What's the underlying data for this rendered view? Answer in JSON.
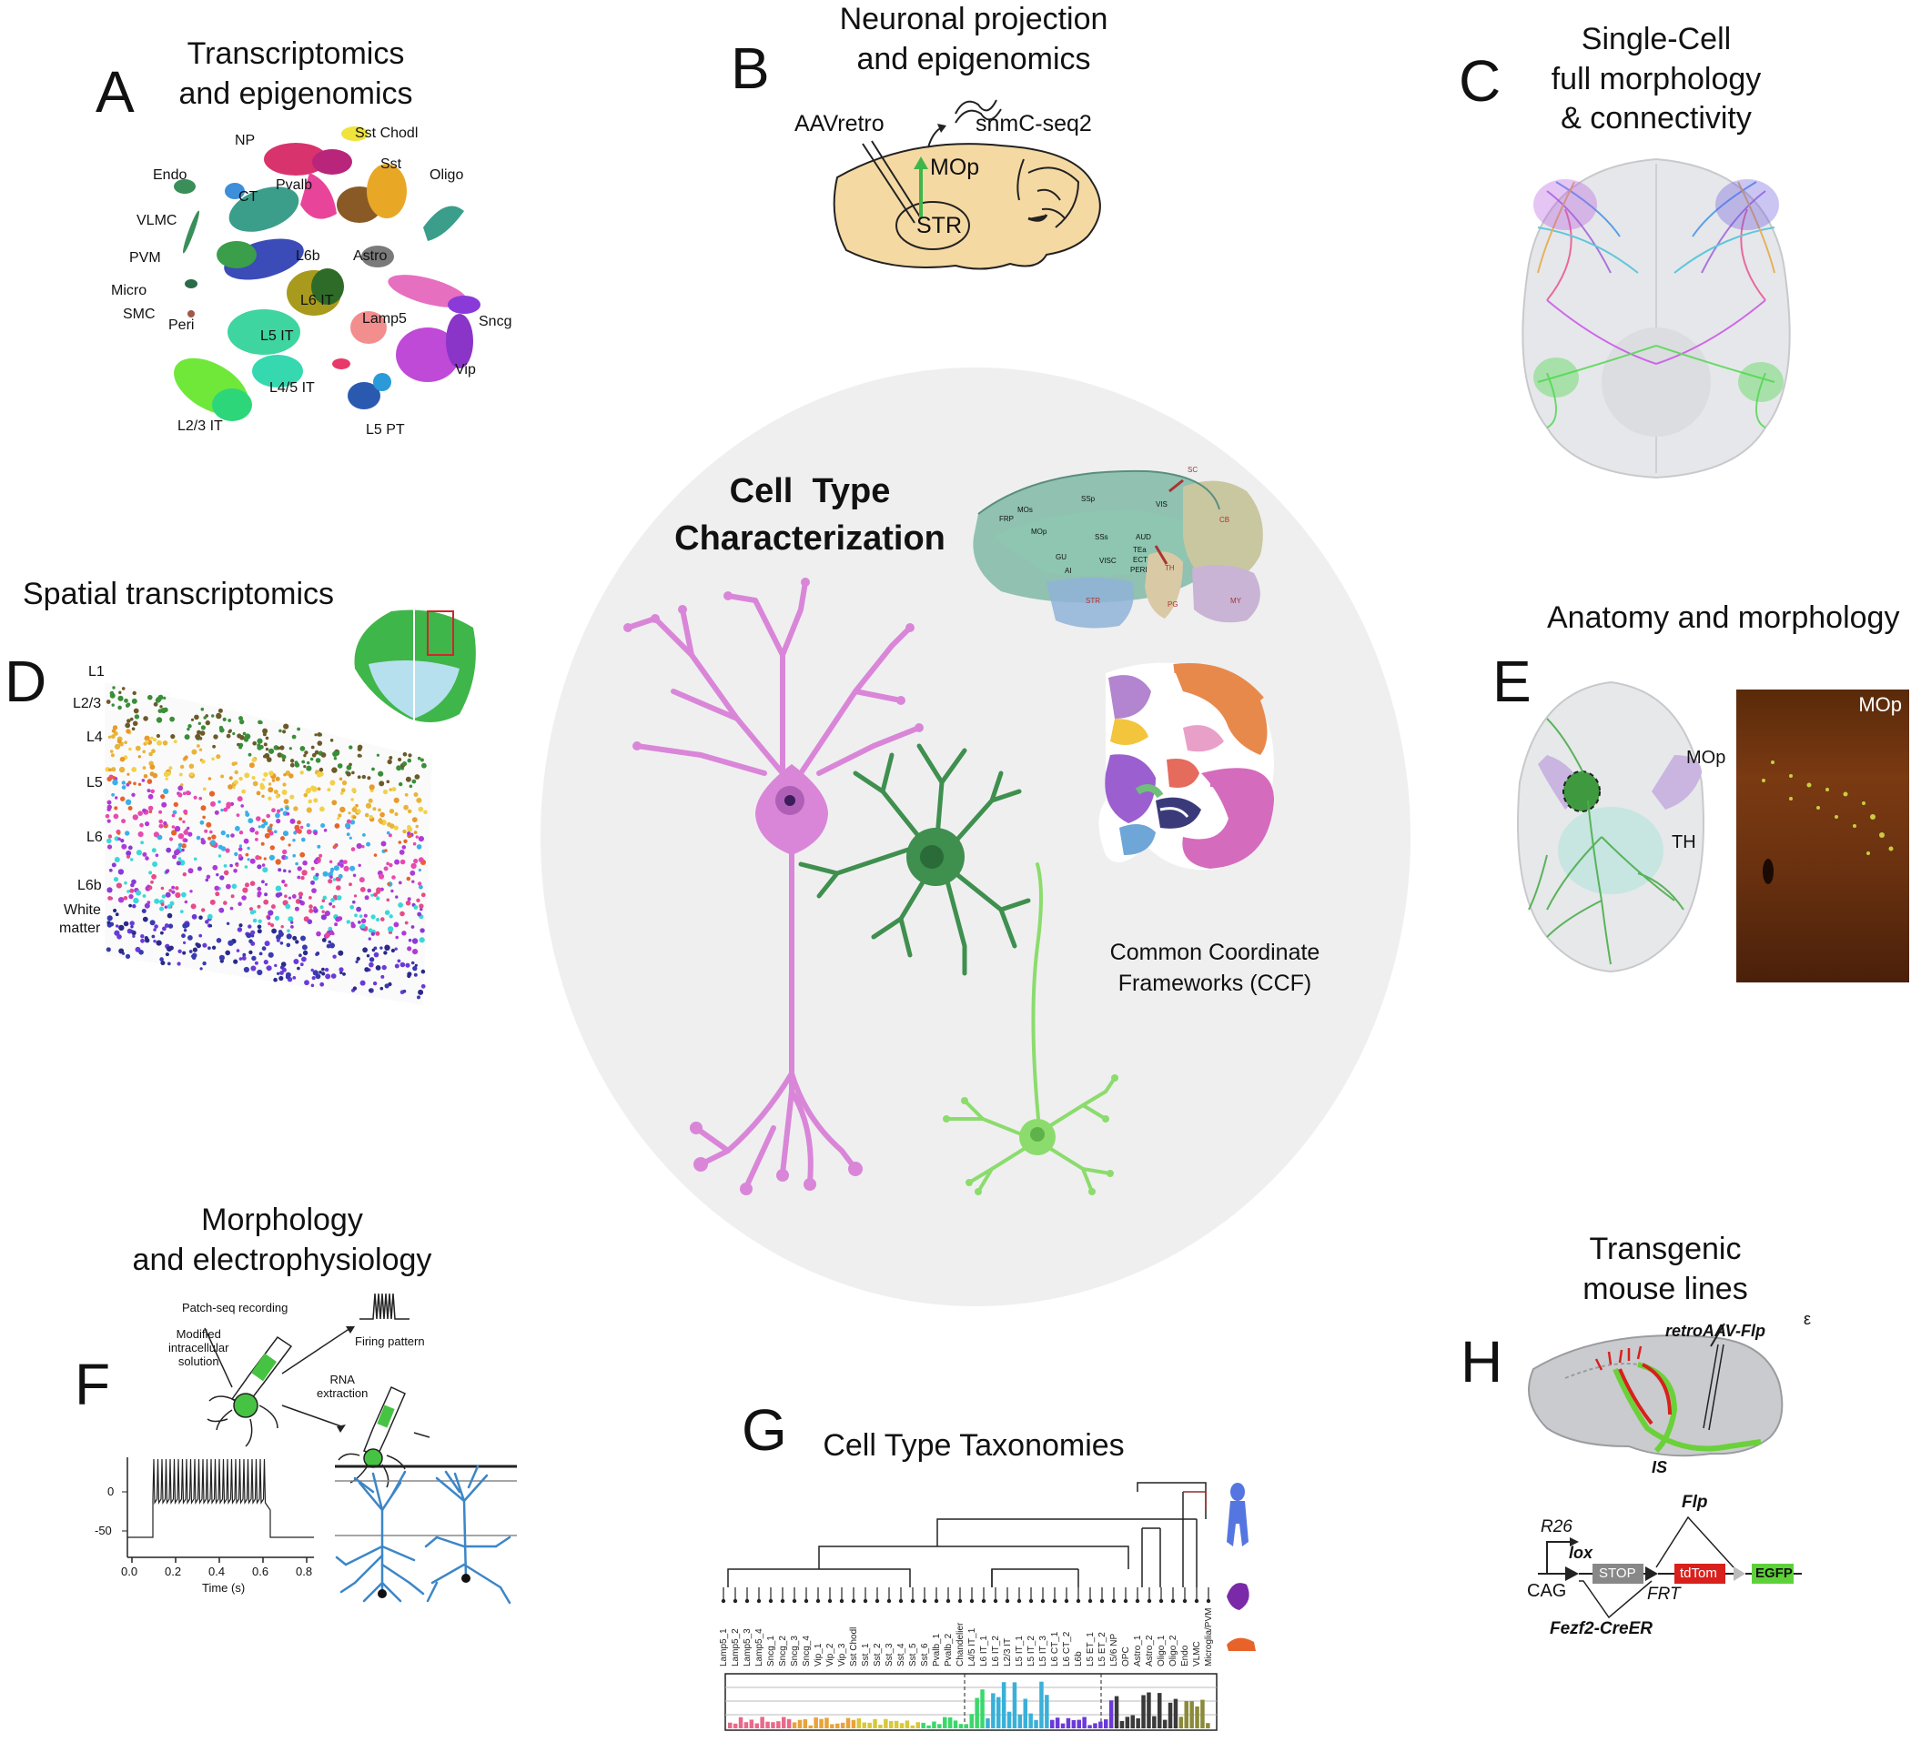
{
  "center": {
    "title_line1": "Cell  Type",
    "title_line2": "Characterization",
    "ccf_line1": "Common Coordinate",
    "ccf_line2": "Frameworks (CCF)",
    "atlas_labels": [
      "SC",
      "CB",
      "MY",
      "TH",
      "SSp",
      "MOs",
      "MOp",
      "FRP",
      "GU",
      "AI",
      "VISC",
      "SSs",
      "AUD",
      "TEa",
      "ECT",
      "PERI",
      "STR",
      "VIS",
      "PG"
    ]
  },
  "panelA": {
    "letter": "A",
    "title_line1": "Transcriptomics",
    "title_line2": "and epigenomics",
    "clusters": [
      "NP",
      "Sst Chodl",
      "Endo",
      "Oligo",
      "VLMC",
      "CT",
      "Pvalb",
      "Sst",
      "PVM",
      "L6b",
      "Astro",
      "Micro",
      "L6 IT",
      "SMC",
      "Peri",
      "L5 IT",
      "Lamp5",
      "Sncg",
      "Vip",
      "L4/5 IT",
      "L2/3 IT",
      "L5 PT"
    ]
  },
  "panelB": {
    "letter": "B",
    "title_line1": "Neuronal projection",
    "title_line2": "and epigenomics",
    "aav": "AAVretro",
    "snmc": "snmC-seq2",
    "mop": "MOp",
    "str": "STR"
  },
  "panelC": {
    "letter": "C",
    "title_line1": "Single-Cell",
    "title_line2": "full morphology",
    "title_line3": "& connectivity"
  },
  "panelD": {
    "letter": "D",
    "title": "Spatial transcriptomics",
    "layers": [
      "L1",
      "L2/3",
      "L4",
      "L5",
      "L6",
      "L6b",
      "White",
      "matter"
    ]
  },
  "panelE": {
    "letter": "E",
    "title": "Anatomy and morphology",
    "mop": "MOp",
    "th": "TH",
    "micro_label": "MOp"
  },
  "panelF": {
    "letter": "F",
    "title_line1": "Morphology",
    "title_line2": "and electrophysiology",
    "patch": "Patch-seq recording",
    "modified1": "Modified",
    "modified2": "intracellular",
    "modified3": "solution",
    "firing": "Firing pattern",
    "rna1": "RNA",
    "rna2": "extraction",
    "yticks": [
      "0",
      "-50"
    ],
    "xticks": [
      "0.0",
      "0.2",
      "0.4",
      "0.6",
      "0.8"
    ],
    "xlabel": "Time (s)"
  },
  "panelG": {
    "letter": "G",
    "title": "Cell Type Taxonomies",
    "leaves": [
      "Lamp5_1",
      "Lamp5_2",
      "Lamp5_3",
      "Lamp5_4",
      "Sncg_1",
      "Sncg_2",
      "Sncg_3",
      "Sncg_4",
      "Vip_1",
      "Vip_2",
      "Vip_3",
      "Sst Chodl",
      "Sst_1",
      "Sst_2",
      "Sst_3",
      "Sst_4",
      "Sst_5",
      "Sst_6",
      "Pvalb_1",
      "Pvalb_2",
      "Chandelier",
      "L4/5 IT_1",
      "L6 IT_1",
      "L6 IT_2",
      "L2/3 IT",
      "L5 IT_1",
      "L5 IT_2",
      "L5 IT_3",
      "L6 CT_1",
      "L6 CT_2",
      "L6b",
      "L5 ET_1",
      "L5 ET_2",
      "L5/6 NP",
      "OPC",
      "Astro_1",
      "Astro_2",
      "Oligo_1",
      "Oligo_2",
      "Endo",
      "VLMC",
      "Microglia/PVM"
    ]
  },
  "panelH": {
    "letter": "H",
    "title_line1": "Transgenic",
    "title_line2": "mouse lines",
    "retro": "retroAAV-Flp",
    "is": "IS",
    "r26": "R26",
    "lox": "lox",
    "cag": "CAG",
    "stop": "STOP",
    "flp": "Flp",
    "frt": "FRT",
    "tdtom": "tdTom",
    "egfp": "EGFP",
    "fezf2": "Fezf2-CreER",
    "corner_mark": "ε"
  },
  "colors": {
    "background_circle": "#efeff0",
    "pyramidal": "#d986d8",
    "interneuron": "#3f8f4f",
    "light_neuron": "#8bdc6c",
    "brain_tan": "#f5d9a3",
    "stop_gray": "#888888",
    "tdtom_red": "#d8201c",
    "egfp_green": "#5ed13a",
    "plot_blue": "#3c86c8"
  }
}
